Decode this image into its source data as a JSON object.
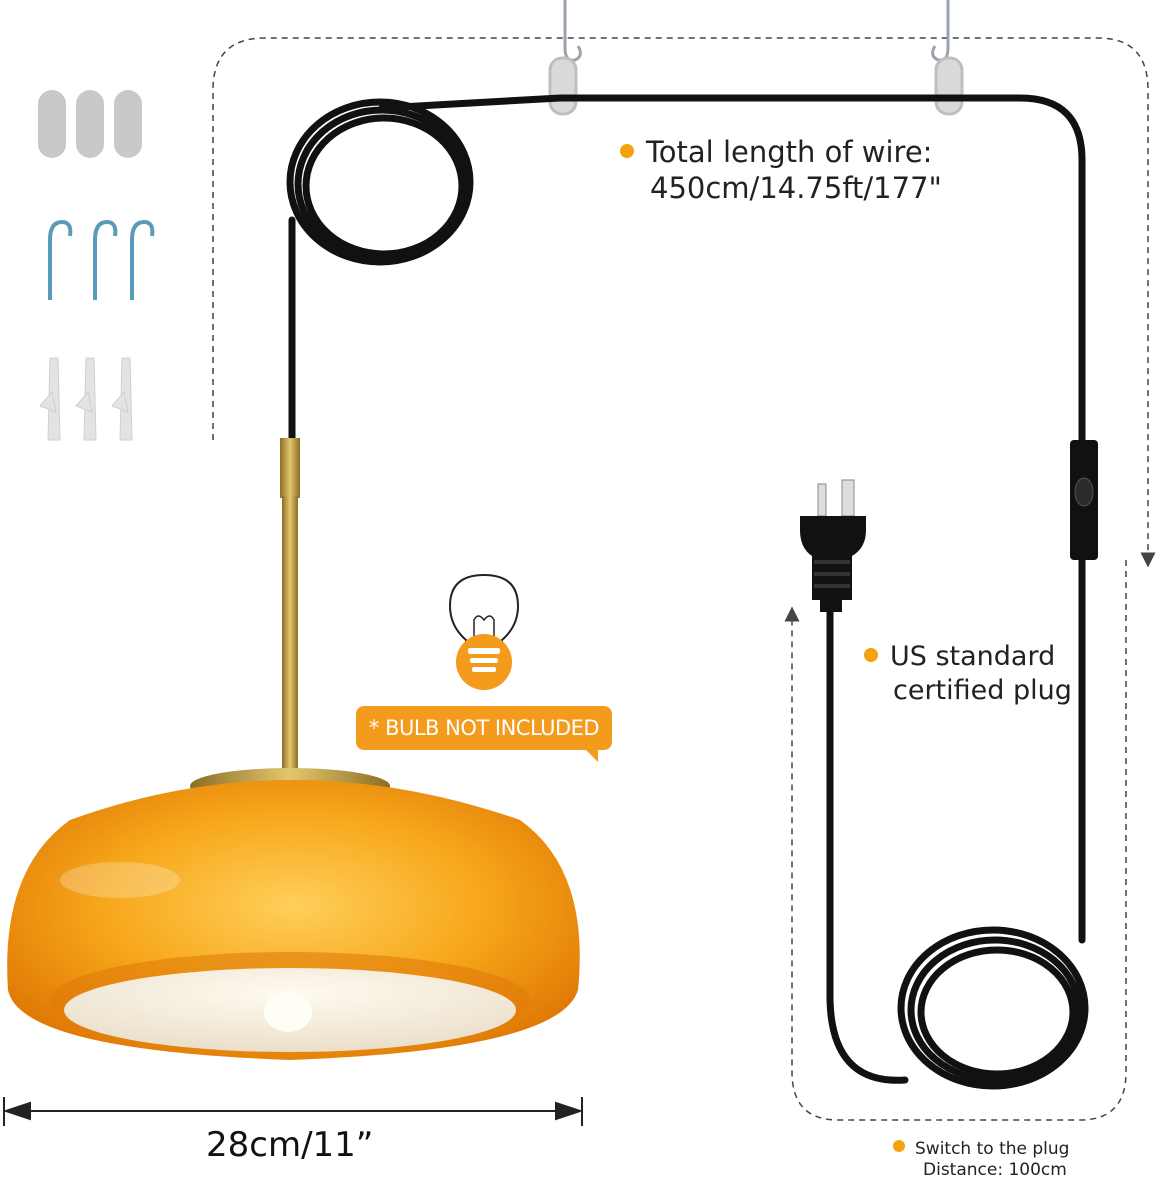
{
  "colors": {
    "accent": "#f5a30c",
    "shade_orange": "#f39a12",
    "brass": "#b8963e",
    "cord": "#111111"
  },
  "icons": {
    "hardware": [
      "hook-clip-icon",
      "screw-hook-icon",
      "wall-anchor-icon"
    ],
    "bulb": "light-bulb-icon"
  },
  "wire_info": {
    "line1": "Total length of wire:",
    "line2": "450cm/14.75ft/177\""
  },
  "plug_info": {
    "line1": "US standard",
    "line2": "certified plug"
  },
  "switch_info": {
    "line1": "Switch to the plug",
    "line2": "Distance: 100cm"
  },
  "bulb_notice": "* BULB NOT INCLUDED",
  "shade_dimension": "28cm/11”"
}
